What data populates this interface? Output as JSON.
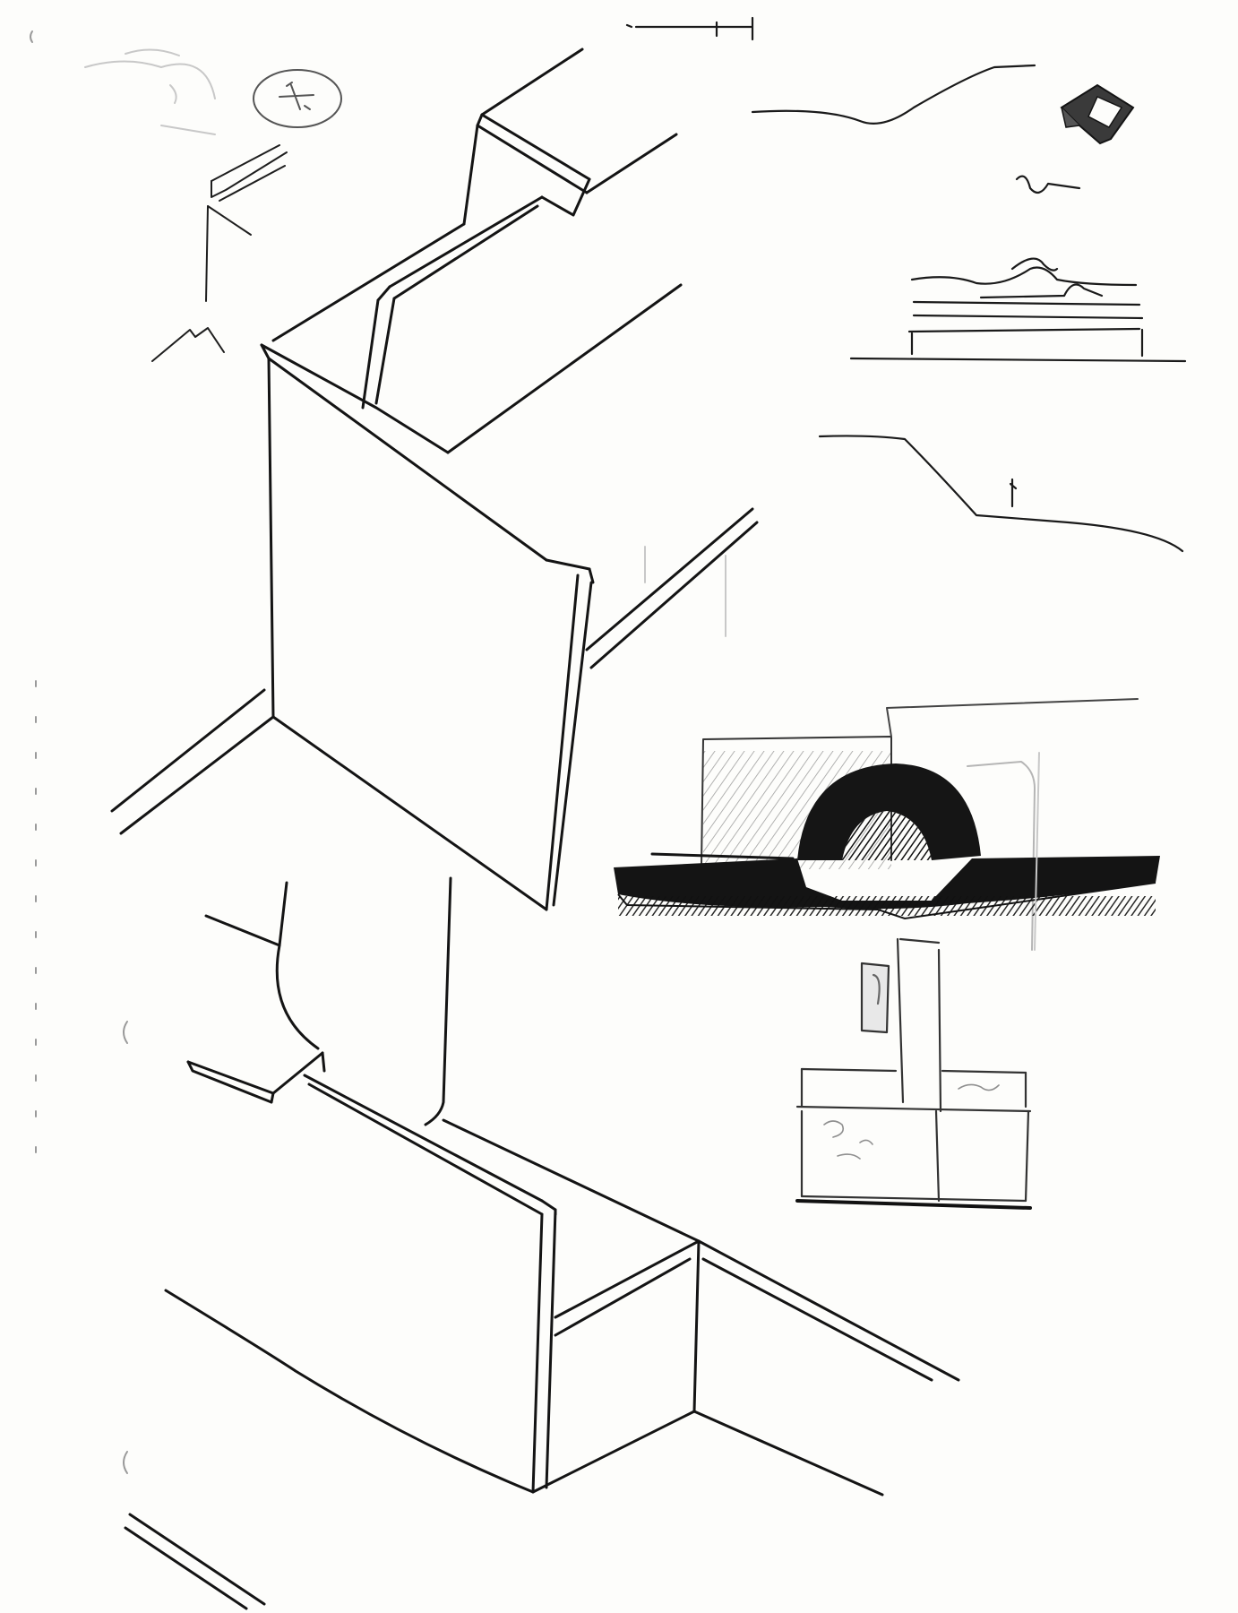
{
  "sheet": {
    "paper_color": "#fdfdfb",
    "ink_color": "#141414",
    "graphite_color": "#555555",
    "faint_color": "#c4c4c4",
    "shade_color": "#8a8a8a"
  },
  "sketches": {
    "upper_wall": {
      "kind": "isometric-wall-sketch"
    },
    "lower_wall": {
      "kind": "isometric-wall-sketch"
    },
    "arch_section": {
      "kind": "shaded-arch-section"
    },
    "doorway_elevation": {
      "kind": "doorway-elevation"
    },
    "landscape_profiles": {
      "kind": "profile-lines"
    },
    "thumbnails": {
      "kind": "thumbnail-sketches"
    }
  }
}
